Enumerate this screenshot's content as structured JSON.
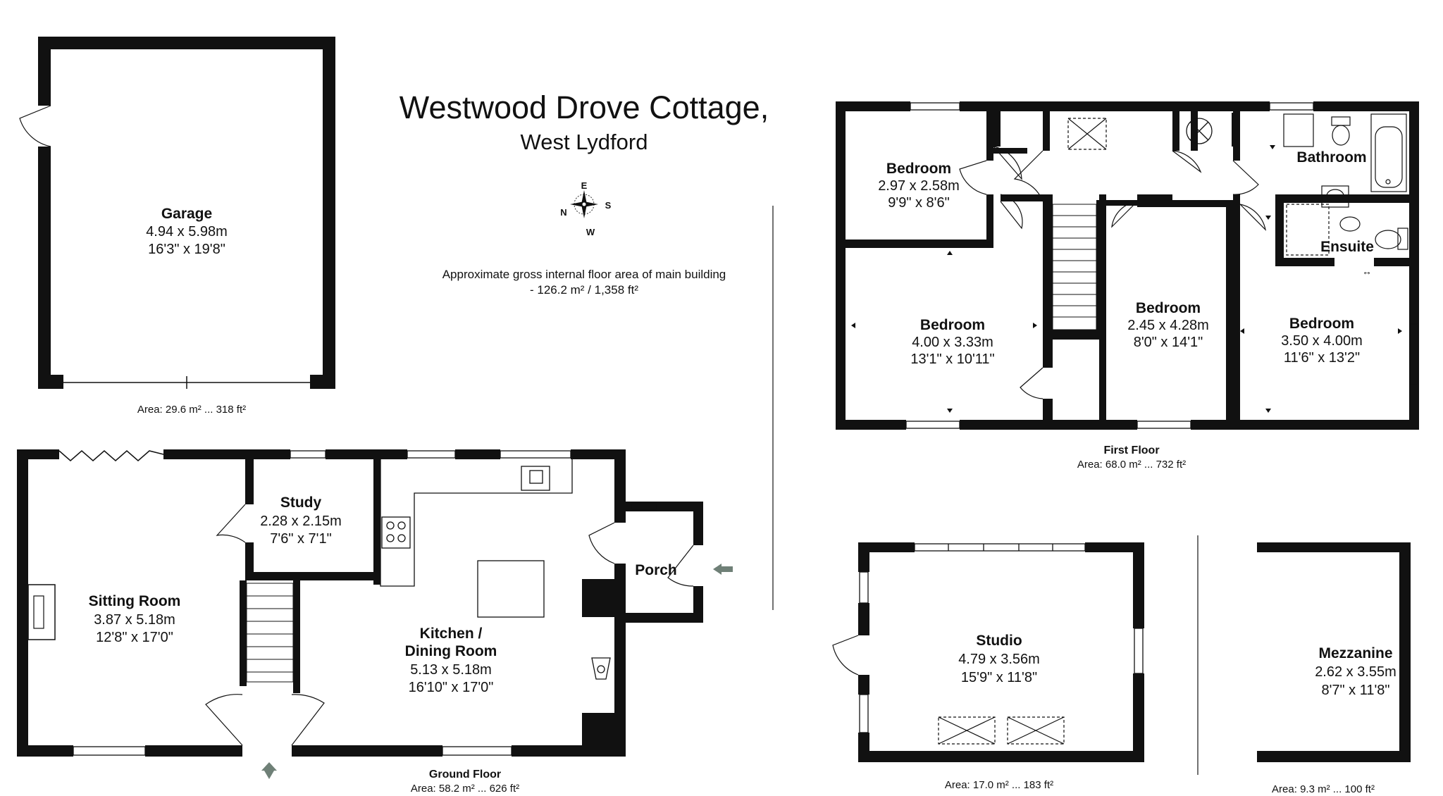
{
  "title": "Westwood Drove Cottage,",
  "subtitle": "West Lydford",
  "compass": {
    "n": "N",
    "e": "E",
    "s": "S",
    "w": "W"
  },
  "floor_area_note": {
    "line1": "Approximate gross internal floor area of main building",
    "line2": "- 126.2 m² / 1,358 ft²"
  },
  "garage": {
    "name": "Garage",
    "metric": "4.94 x 5.98m",
    "imperial": "16'3\" x 19'8\"",
    "area": "Area: 29.6 m² ... 318 ft²"
  },
  "ground_floor": {
    "label": "Ground Floor",
    "area": "Area: 58.2 m² ... 626 ft²",
    "sitting_room": {
      "name": "Sitting Room",
      "metric": "3.87 x 5.18m",
      "imperial": "12'8\" x 17'0\""
    },
    "study": {
      "name": "Study",
      "metric": "2.28 x 2.15m",
      "imperial": "7'6\" x 7'1\""
    },
    "kitchen": {
      "name1": "Kitchen /",
      "name2": "Dining Room",
      "metric": "5.13 x 5.18m",
      "imperial": "16'10\" x 17'0\""
    },
    "porch": {
      "name": "Porch"
    }
  },
  "first_floor": {
    "label": "First Floor",
    "area": "Area: 68.0 m² ... 732 ft²",
    "bedroom_a": {
      "name": "Bedroom",
      "metric": "2.97 x 2.58m",
      "imperial": "9'9\" x 8'6\""
    },
    "bedroom_b": {
      "name": "Bedroom",
      "metric": "4.00 x 3.33m",
      "imperial": "13'1\" x 10'11\""
    },
    "bedroom_c": {
      "name": "Bedroom",
      "metric": "2.45 x 4.28m",
      "imperial": "8'0\" x 14'1\""
    },
    "bedroom_d": {
      "name": "Bedroom",
      "metric": "3.50 x 4.00m",
      "imperial": "11'6\" x 13'2\""
    },
    "bathroom": {
      "name": "Bathroom"
    },
    "ensuite": {
      "name": "Ensuite"
    }
  },
  "studio": {
    "name": "Studio",
    "metric": "4.79 x 3.56m",
    "imperial": "15'9\" x 11'8\"",
    "area": "Area: 17.0 m² ... 183 ft²"
  },
  "mezzanine": {
    "name": "Mezzanine",
    "metric": "2.62 x 3.55m",
    "imperial": "8'7\" x 11'8\"",
    "area": "Area: 9.3 m² ... 100 ft²"
  },
  "colors": {
    "wall": "#111111",
    "arrow": "#6f8077",
    "fixture": "#444444"
  }
}
